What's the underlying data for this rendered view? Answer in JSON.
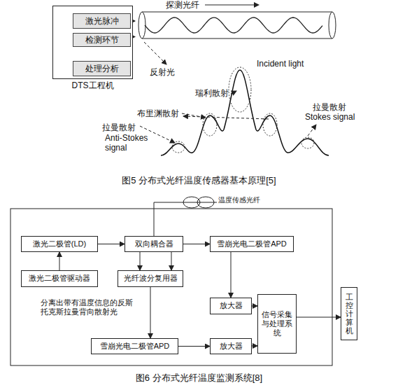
{
  "diagram": {
    "nodes": [
      {
        "text": [
          "DTS工程机"
        ]
      },
      {
        "text": [
          "激光脉冲"
        ],
        "in": 0
      },
      {
        "text": [
          "检测环节"
        ],
        "in": 0
      },
      {
        "text": [
          "处理分析"
        ],
        "in": 0
      },
      {
        "text": [
          "探测光纤"
        ]
      },
      {
        "text": [
          "激光二极管(LD)"
        ]
      },
      {
        "text": [
          "激光二极管驱动器"
        ]
      },
      {
        "text": [
          "双向耦合器"
        ]
      },
      {
        "text": [
          "光纤波分复用器"
        ]
      },
      {
        "text": [
          "雪崩光电二极管APD"
        ]
      },
      {
        "text": [
          "放大器"
        ]
      },
      {
        "text": [
          "信号采集与处理系统"
        ]
      },
      {
        "text": [
          "雪崩光电二极管APD"
        ]
      },
      {
        "text": [
          "放大器"
        ]
      },
      {
        "text": [
          "工控计算机"
        ]
      }
    ],
    "edges": [
      {
        "from": 1,
        "to": 4,
        "arrow": "to"
      },
      {
        "from": 2,
        "to": 4,
        "arrow": "to"
      },
      {
        "from": 2,
        "to": 3,
        "arrow": "to"
      },
      {
        "from": 6,
        "to": 5,
        "arrow": "to"
      },
      {
        "from": 5,
        "to": 7,
        "arrow": "to"
      },
      {
        "from": 7,
        "to": 9,
        "arrow": "to"
      },
      {
        "from": 7,
        "to": 8,
        "arrow": "to"
      },
      {
        "from": 7,
        "to": 8,
        "arrow": "to"
      },
      {
        "from": 9,
        "to": 10,
        "arrow": "to"
      },
      {
        "from": 10,
        "to": 11,
        "arrow": "to"
      },
      {
        "from": 8,
        "to": 12,
        "arrow": "to"
      },
      {
        "from": 12,
        "to": 13,
        "arrow": "to"
      },
      {
        "from": 13,
        "to": 11,
        "arrow": "to"
      },
      {
        "from": 11,
        "to": 14,
        "arrow": "to"
      }
    ],
    "labels": [
      "反射光",
      "Incident light",
      "瑞利散射",
      "布里渊散射",
      "拉曼散射",
      "Stokes signal",
      "拉曼散射",
      "Anti-Stokes signal",
      "图5 分布式光纤温度传感器基本原理[5]",
      "温度传感光纤",
      "分离出带有温度信息的反斯托克斯拉曼背向散射光",
      "图6 分布式光纤温度监测系统[8]"
    ]
  }
}
